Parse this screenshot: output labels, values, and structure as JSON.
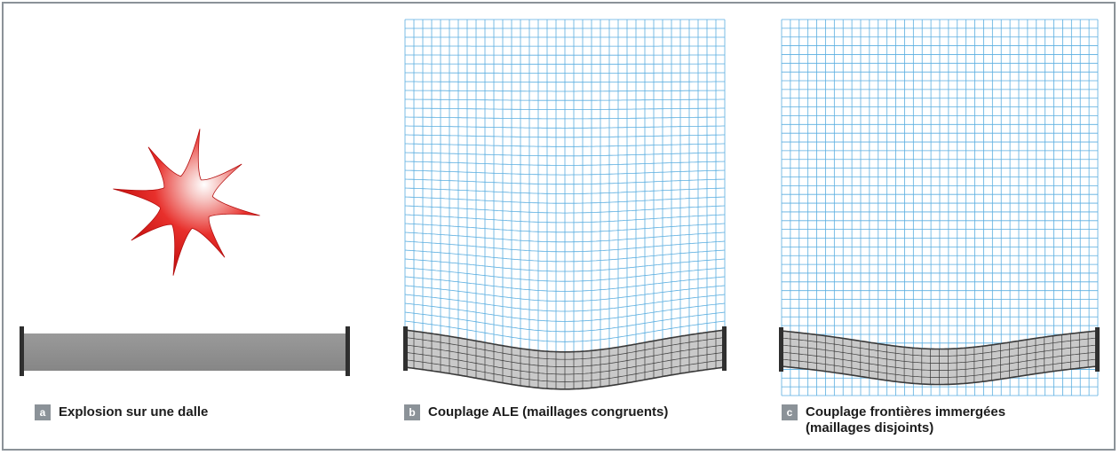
{
  "panels": [
    {
      "letter": "a",
      "caption": "Explosion sur une dalle"
    },
    {
      "letter": "b",
      "caption": "Couplage ALE (maillages congruents)"
    },
    {
      "letter": "c",
      "caption": "Couplage frontières immergées\n(maillages disjoints)"
    }
  ],
  "colors": {
    "frame": "#8b9298",
    "fluid_mesh": "#5aaee0",
    "slab": "#8d8d8d",
    "slab_mesh_fill": "#c9c9c9",
    "slab_mesh_lines": "#3a3a3a",
    "support": "#2f2f2f",
    "explosion_core": "#ffffff",
    "explosion_edge": "#e0161b"
  },
  "icons": [
    "explosion-star-icon",
    "fluid-mesh",
    "deformed-slab-mesh"
  ]
}
